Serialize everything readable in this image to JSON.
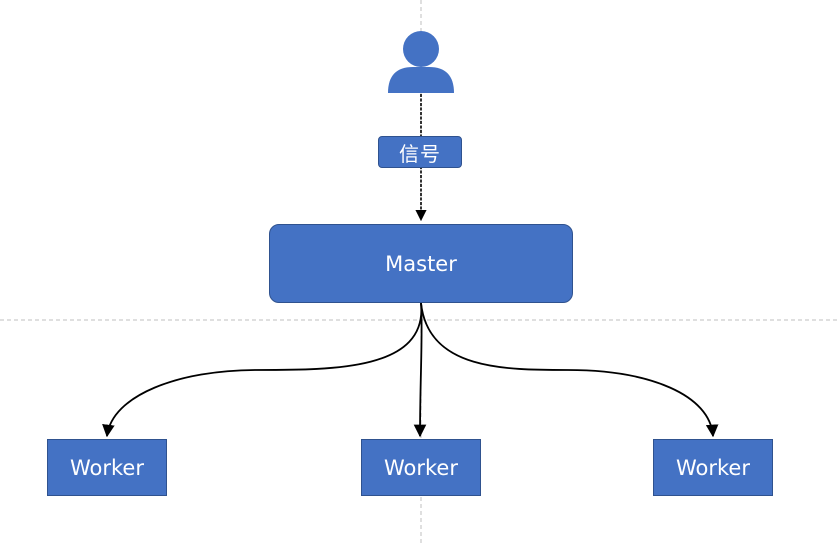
{
  "colors": {
    "box_fill": "#4472c4",
    "box_border": "#2f528f",
    "box_text": "#ffffff",
    "arrow": "#000000",
    "guide": "#bfbfbf",
    "background": "#ffffff"
  },
  "icons": {
    "user": "user-icon"
  },
  "signal": {
    "label": "信号"
  },
  "master": {
    "label": "Master"
  },
  "workers": [
    {
      "label": "Worker"
    },
    {
      "label": "Worker"
    },
    {
      "label": "Worker"
    }
  ]
}
